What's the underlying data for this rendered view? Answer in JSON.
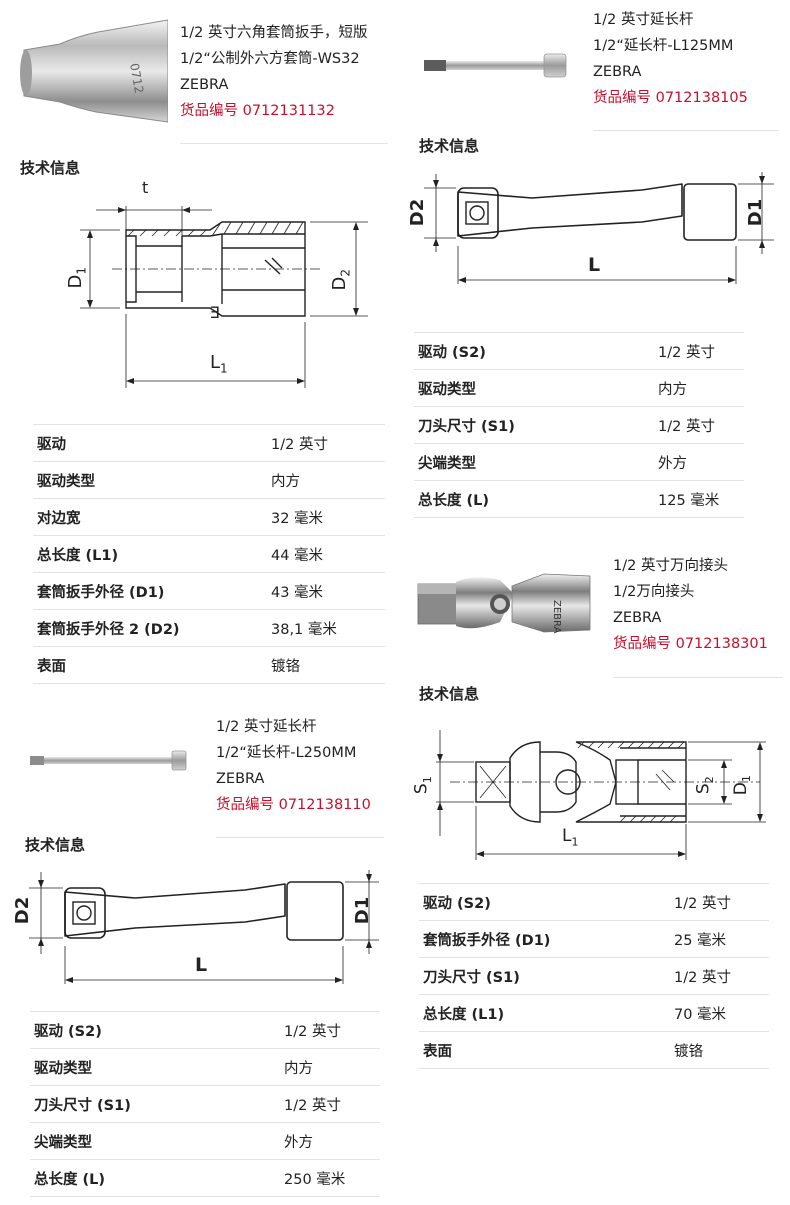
{
  "p1": {
    "lines": [
      "1/2 英寸六角套筒扳手，短版",
      "1/2“公制外六方套筒-WS32",
      "ZEBRA"
    ],
    "code": "货品编号 0712131132",
    "tech": "技术信息",
    "dim": {
      "t": "t",
      "d1": "D",
      "d1s": "1",
      "d2": "D",
      "d2s": "2",
      "l": "L",
      "ls": "1"
    },
    "specs": [
      {
        "k": "驱动",
        "v": "1/2 英寸"
      },
      {
        "k": "驱动类型",
        "v": "内方"
      },
      {
        "k": "对边宽",
        "v": "32 毫米"
      },
      {
        "k": "总长度 (L1)",
        "v": "44 毫米"
      },
      {
        "k": "套筒扳手外径 (D1)",
        "v": "43 毫米"
      },
      {
        "k": "套筒扳手外径 2 (D2)",
        "v": "38,1 毫米"
      },
      {
        "k": "表面",
        "v": "镀铬"
      }
    ]
  },
  "p2": {
    "lines": [
      "1/2 英寸延长杆",
      "1/2“延长杆-L125MM",
      "ZEBRA"
    ],
    "code": "货品编号 0712138105",
    "tech": "技术信息",
    "dim": {
      "d2": "D2",
      "d1": "D1",
      "l": "L"
    },
    "specs": [
      {
        "k": "驱动 (S2)",
        "v": "1/2 英寸"
      },
      {
        "k": "驱动类型",
        "v": "内方"
      },
      {
        "k": "刀头尺寸 (S1)",
        "v": "1/2 英寸"
      },
      {
        "k": "尖端类型",
        "v": "外方"
      },
      {
        "k": "总长度 (L)",
        "v": "125 毫米"
      }
    ]
  },
  "p3": {
    "lines": [
      "1/2 英寸万向接头",
      "1/2万向接头",
      "ZEBRA"
    ],
    "code": "货品编号 0712138301",
    "tech": "技术信息",
    "dim": {
      "s1": "S",
      "s1s": "1",
      "s2": "S",
      "s2s": "2",
      "d1": "D",
      "d1s": "1",
      "l": "L",
      "ls": "1"
    },
    "specs": [
      {
        "k": "驱动 (S2)",
        "v": "1/2 英寸"
      },
      {
        "k": "套筒扳手外径 (D1)",
        "v": "25 毫米"
      },
      {
        "k": "刀头尺寸 (S1)",
        "v": "1/2 英寸"
      },
      {
        "k": "总长度 (L1)",
        "v": "70 毫米"
      },
      {
        "k": "表面",
        "v": "镀铬"
      }
    ]
  },
  "p4": {
    "lines": [
      "1/2 英寸延长杆",
      "1/2“延长杆-L250MM",
      "ZEBRA"
    ],
    "code": "货品编号 0712138110",
    "tech": "技术信息",
    "dim": {
      "d2": "D2",
      "d1": "D1",
      "l": "L"
    },
    "specs": [
      {
        "k": "驱动 (S2)",
        "v": "1/2 英寸"
      },
      {
        "k": "驱动类型",
        "v": "内方"
      },
      {
        "k": "刀头尺寸 (S1)",
        "v": "1/2 英寸"
      },
      {
        "k": "尖端类型",
        "v": "外方"
      },
      {
        "k": "总长度 (L)",
        "v": "250 毫米"
      }
    ]
  },
  "colors": {
    "code_red": "#c8102e",
    "rule": "#e3e3e3"
  }
}
